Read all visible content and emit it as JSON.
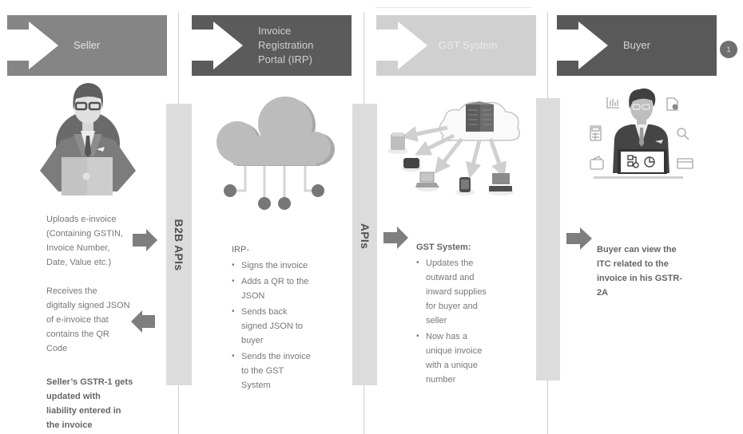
{
  "colors": {
    "seller_header": "#858585",
    "irp_header": "#5b5b5b",
    "gst_header": "#d0d0d0",
    "buyer_header": "#595959",
    "connector_bar": "#dcdcdc",
    "arrow": "#7e7e7e",
    "text": "#777777"
  },
  "badge": {
    "number": "1"
  },
  "seller": {
    "header": {
      "lines": [
        "Seller"
      ]
    },
    "illustration": "man-with-laptop",
    "upload_text": {
      "lines": [
        "Uploads e-invoice",
        "(Containing GSTIN,",
        "Invoice Number,",
        "Date, Value etc.)"
      ]
    },
    "receive_text": {
      "lines": [
        "Receives the",
        "digitally signed JSON",
        "of e-invoice that",
        "contains the QR",
        "Code"
      ]
    },
    "gstr1_text": {
      "lines": [
        "Seller’s GSTR-1 gets",
        "updated with",
        "liability entered in",
        "the invoice"
      ]
    }
  },
  "irp": {
    "header": {
      "lines": [
        "Invoice",
        "Registration",
        "Portal (IRP)"
      ]
    },
    "illustration": "cloud-network",
    "title": "IRP-",
    "bullets": [
      {
        "lines": [
          "Signs the invoice"
        ]
      },
      {
        "lines": [
          "Adds a QR to the",
          "JSON"
        ]
      },
      {
        "lines": [
          "Sends back",
          "signed JSON to",
          "buyer"
        ]
      },
      {
        "lines": [
          "Sends the invoice",
          "to the GST",
          "System"
        ]
      }
    ]
  },
  "gst_system": {
    "header": {
      "lines": [
        "GST System"
      ]
    },
    "illustration": "server-cloud-devices",
    "title": "GST System:",
    "bullets": [
      {
        "lines": [
          "Updates the",
          "outward and",
          "inward supplies",
          "for buyer and",
          "seller"
        ]
      },
      {
        "lines": [
          "Now has a",
          "unique invoice",
          "with a unique",
          "number"
        ]
      }
    ]
  },
  "buyer": {
    "header": {
      "lines": [
        "Buyer"
      ]
    },
    "illustration": "businessman-at-laptop",
    "text": {
      "lines": [
        "Buyer can view the",
        "ITC related to the",
        "invoice in his GSTR-",
        "2A"
      ]
    }
  },
  "connectors": [
    {
      "label": "B2B APIs"
    },
    {
      "label": "APIs"
    },
    {
      "label": ""
    }
  ],
  "icons": {
    "header_arrow": "chevron-arrow-right",
    "flow_right": "block-arrow-right",
    "flow_left": "block-arrow-left"
  }
}
